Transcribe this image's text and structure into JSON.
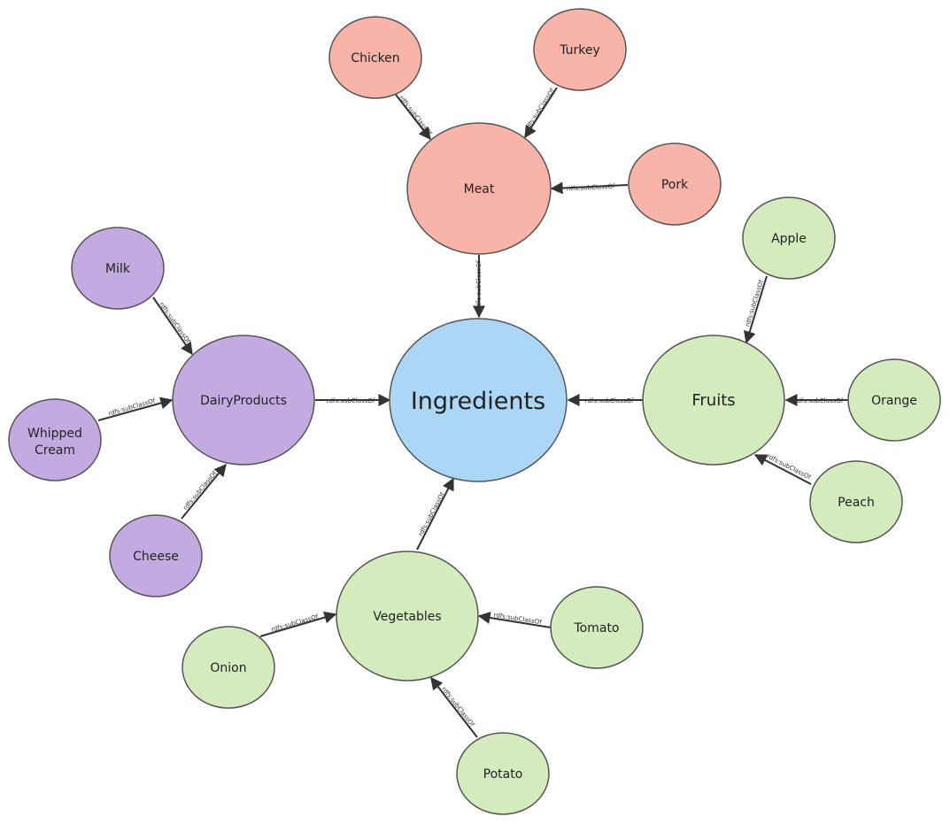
{
  "nodes": {
    "ingredients": {
      "label": "Ingredients"
    },
    "meat": {
      "label": "Meat"
    },
    "chicken": {
      "label": "Chicken"
    },
    "turkey": {
      "label": "Turkey"
    },
    "pork": {
      "label": "Pork"
    },
    "dairy": {
      "label": "DairyProducts"
    },
    "milk": {
      "label": "Milk"
    },
    "whipped_cream": {
      "label_line1": "Whipped",
      "label_line2": "Cream"
    },
    "cheese": {
      "label": "Cheese"
    },
    "fruits": {
      "label": "Fruits"
    },
    "apple": {
      "label": "Apple"
    },
    "orange": {
      "label": "Orange"
    },
    "peach": {
      "label": "Peach"
    },
    "vegetables": {
      "label": "Vegetables"
    },
    "onion": {
      "label": "Onion"
    },
    "tomato": {
      "label": "Tomato"
    },
    "potato": {
      "label": "Potato"
    }
  },
  "edges": {
    "chicken_meat": "rdfs:subClassOf",
    "turkey_meat": "rdfs:subClassOf",
    "pork_meat": "rdfs:subClassOf",
    "meat_ingredients": "rdfs:subClassOf",
    "milk_dairy": "rdfs:subClassOf",
    "whipped_dairy": "rdfs:subClassOf",
    "cheese_dairy": "rdfs:subClassOf",
    "dairy_ingredients": "rdfs:subClassOf",
    "apple_fruits": "rdfs:subClassOf",
    "orange_fruits": "rdfs:subClassOf",
    "peach_fruits": "rdfs:subClassOf",
    "fruits_ingredients": "rdfs:subClassOf",
    "onion_veg": "rdfs:subClassOf",
    "tomato_veg": "rdfs:subClassOf",
    "potato_veg": "rdfs:subClassOf",
    "veg_ingredients": "rdfs:subClassOf"
  },
  "colors": {
    "ingredients_fill": "#acd6f6",
    "meat_fill": "#f8b4a8",
    "dairy_fill": "#c3abe2",
    "green_fill": "#d3ebbd",
    "stroke": "#555555",
    "edge": "#333333"
  }
}
